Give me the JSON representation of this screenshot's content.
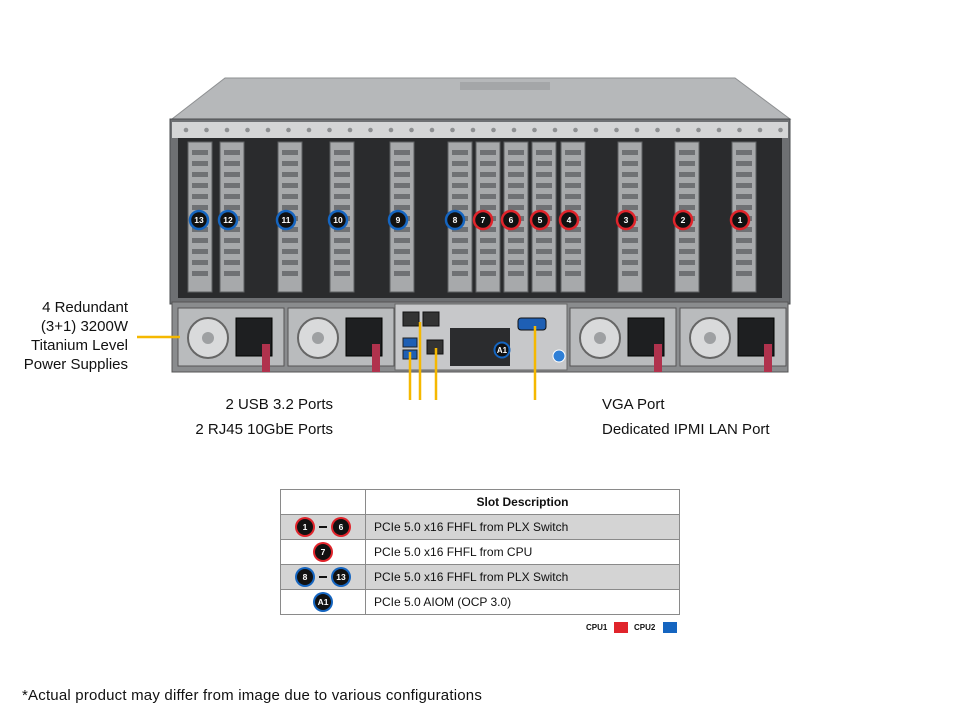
{
  "callouts": {
    "psu": [
      "4 Redundant",
      "(3+1) 3200W",
      "Titanium Level",
      "Power Supplies"
    ],
    "usb": "2 USB 3.2 Ports",
    "rj45": "2 RJ45 10GbE Ports",
    "vga": "VGA Port",
    "ipmi": "Dedicated IPMI LAN Port"
  },
  "slot_badges": [
    {
      "label": "13",
      "cpu": "CPU2"
    },
    {
      "label": "12",
      "cpu": "CPU2"
    },
    {
      "label": "11",
      "cpu": "CPU2"
    },
    {
      "label": "10",
      "cpu": "CPU2"
    },
    {
      "label": "9",
      "cpu": "CPU2"
    },
    {
      "label": "8",
      "cpu": "CPU2"
    },
    {
      "label": "7",
      "cpu": "CPU1"
    },
    {
      "label": "6",
      "cpu": "CPU1"
    },
    {
      "label": "5",
      "cpu": "CPU1"
    },
    {
      "label": "4",
      "cpu": "CPU1"
    },
    {
      "label": "3",
      "cpu": "CPU1"
    },
    {
      "label": "2",
      "cpu": "CPU1"
    },
    {
      "label": "1",
      "cpu": "CPU1"
    }
  ],
  "aiom_badge": "A1",
  "table": {
    "header": "Slot Description",
    "rows": [
      {
        "from": "1",
        "to": "6",
        "color": "red",
        "desc": "PCIe 5.0 x16 FHFL from PLX Switch"
      },
      {
        "from": "7",
        "to": "",
        "color": "red",
        "desc": "PCIe 5.0 x16 FHFL from CPU"
      },
      {
        "from": "8",
        "to": "13",
        "color": "blue",
        "desc": "PCIe 5.0 x16 FHFL from PLX Switch"
      },
      {
        "from": "A1",
        "to": "",
        "color": "blue",
        "desc": "PCIe 5.0 AIOM (OCP 3.0)"
      }
    ]
  },
  "legend": {
    "cpu1": "CPU1",
    "cpu2": "CPU2"
  },
  "colors": {
    "cpu1": "#e0242b",
    "cpu2": "#1565c0",
    "callout_line": "#f5b800"
  },
  "footnote": "*Actual product may differ from image due to various configurations"
}
